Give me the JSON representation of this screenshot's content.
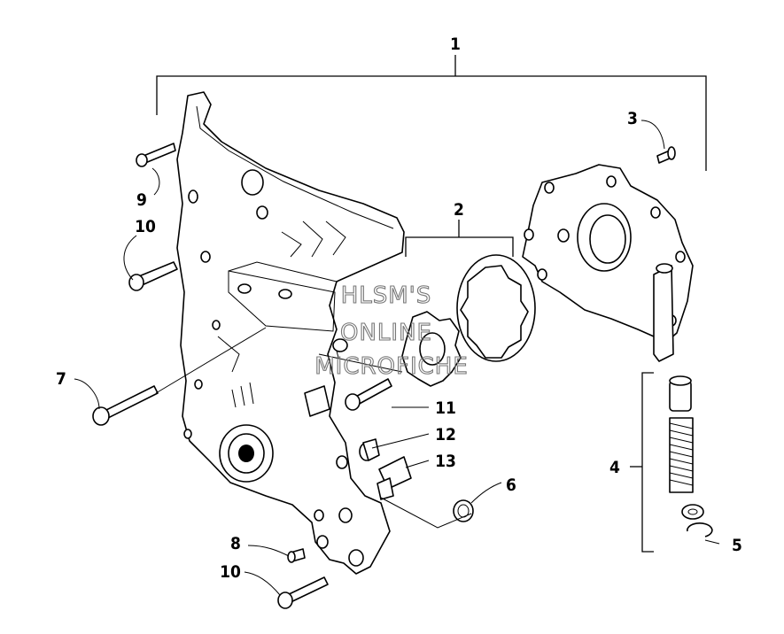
{
  "watermark": {
    "line1": "HLSM'S",
    "line2": "ONLINE",
    "line3": "MICROFICHE"
  },
  "callouts": {
    "c1": "1",
    "c2": "2",
    "c3": "3",
    "c4": "4",
    "c5": "5",
    "c6": "6",
    "c7": "7",
    "c8": "8",
    "c9": "9",
    "c10a": "10",
    "c10b": "10",
    "c11": "11",
    "c12": "12",
    "c13": "13"
  }
}
